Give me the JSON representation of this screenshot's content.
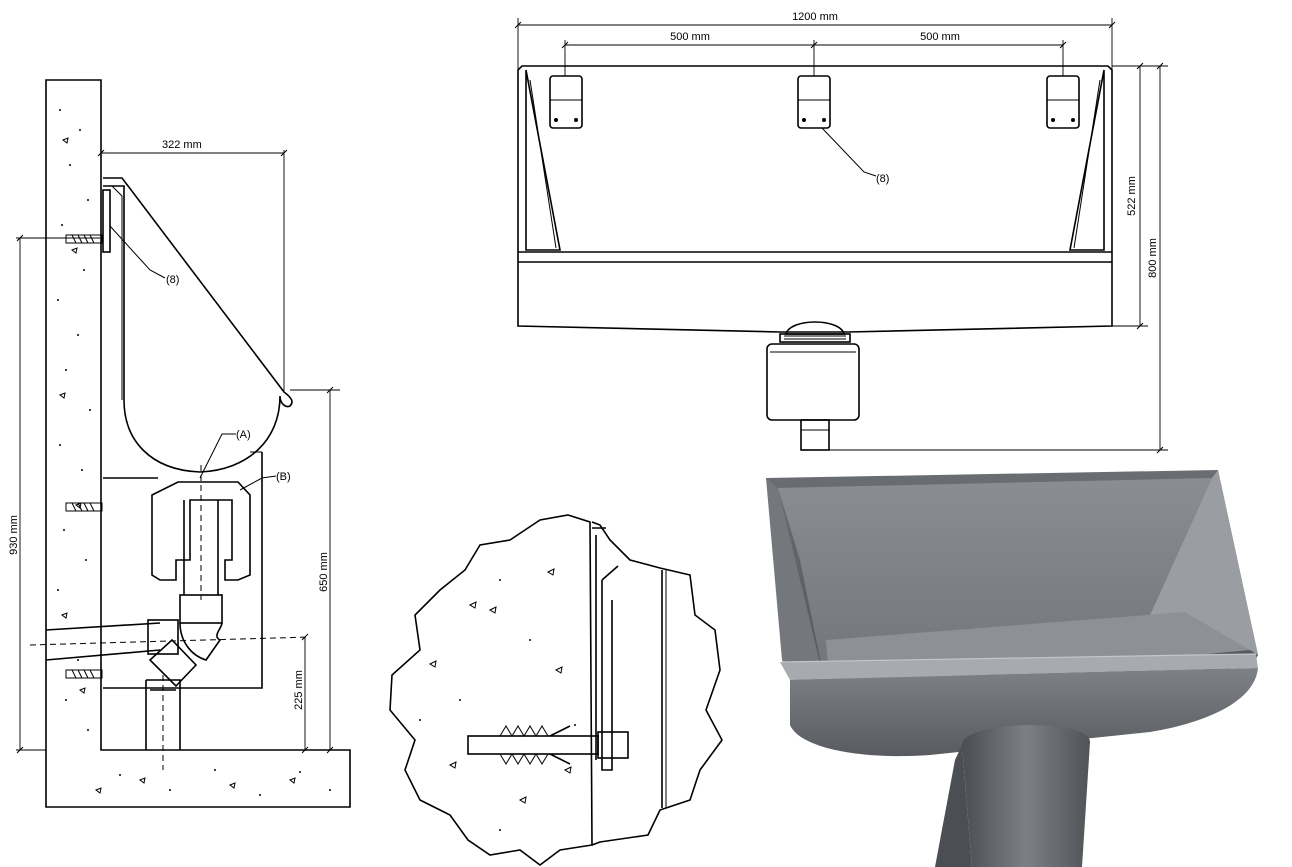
{
  "side_view": {
    "dim_depth": "322 mm",
    "dim_total_height": "930 mm",
    "dim_rim_height": "650 mm",
    "dim_outlet_height": "225 mm",
    "label_bracket": "(8)",
    "label_a": "(A)",
    "label_b": "(B)"
  },
  "front_view": {
    "dim_width": "1200 mm",
    "dim_spacing_left": "500 mm",
    "dim_spacing_right": "500 mm",
    "dim_bowl_height": "522 mm",
    "dim_overall_height": "800 mm",
    "label_bracket": "(8)"
  },
  "colors": {
    "line": "#000000",
    "steel_dark": "#5c5f63",
    "steel_mid": "#7d8186",
    "steel_light": "#a5a9ad"
  }
}
